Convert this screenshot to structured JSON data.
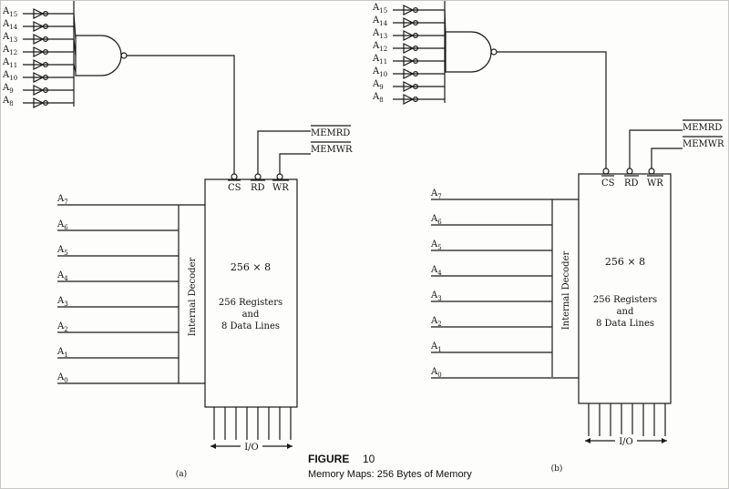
{
  "figure": {
    "label": "FIGURE",
    "number": "10",
    "caption": "Memory Maps: 256 Bytes of Memory"
  },
  "panels": [
    {
      "id": "a",
      "caption": "(a)",
      "high_address_lines": [
        "15",
        "14",
        "13",
        "12",
        "11",
        "10",
        "9",
        "8"
      ],
      "high_address_prefix": "A",
      "low_address_lines": [
        "7",
        "6",
        "5",
        "4",
        "3",
        "2",
        "1",
        "0"
      ],
      "low_address_prefix": "A",
      "decoder_label": "Internal Decoder",
      "memory_size": "256 × 8",
      "memory_desc_1": "256 Registers",
      "memory_desc_2": "and",
      "memory_desc_3": "8 Data Lines",
      "pins": {
        "cs": "CS",
        "rd": "RD",
        "wr": "WR"
      },
      "signals": {
        "memrd": "MEMRD",
        "memwr": "MEMWR"
      },
      "io_label": "I/O"
    },
    {
      "id": "b",
      "caption": "(b)",
      "high_address_lines": [
        "15",
        "14",
        "13",
        "12",
        "11",
        "10",
        "9",
        "8"
      ],
      "high_address_prefix": "A",
      "low_address_lines": [
        "7",
        "6",
        "5",
        "4",
        "3",
        "2",
        "1",
        "0"
      ],
      "low_address_prefix": "A",
      "decoder_label": "Internal Decoder",
      "memory_size": "256 × 8",
      "memory_desc_1": "256 Registers",
      "memory_desc_2": "and",
      "memory_desc_3": "8 Data Lines",
      "pins": {
        "cs": "CS",
        "rd": "RD",
        "wr": "WR"
      },
      "signals": {
        "memrd": "MEMRD",
        "memwr": "MEMWR"
      },
      "io_label": "I/O"
    }
  ]
}
